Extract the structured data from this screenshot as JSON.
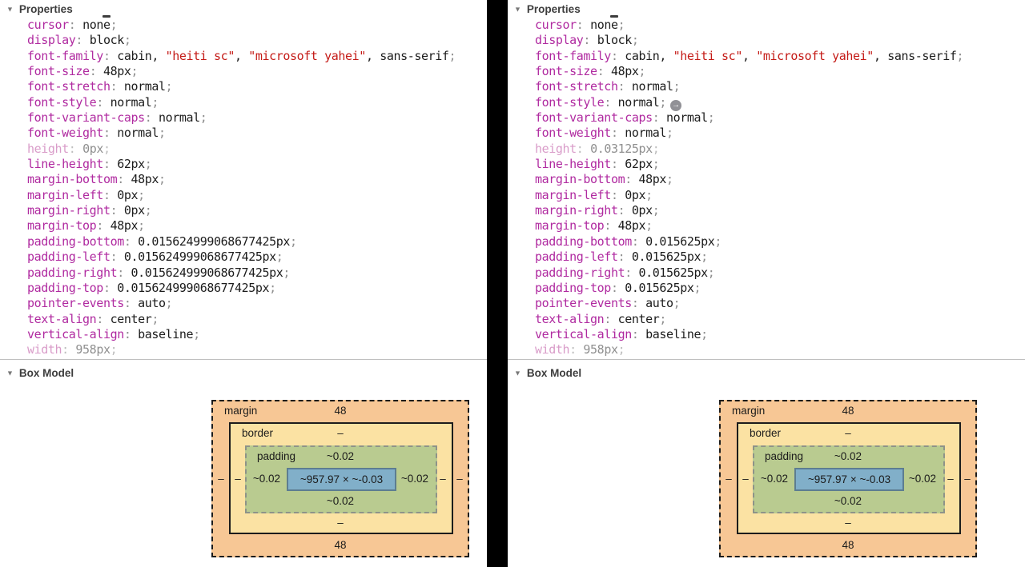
{
  "panels": [
    {
      "side": "left",
      "properties_section": {
        "title": "Properties"
      },
      "box_model_section": {
        "title": "Box Model"
      },
      "properties": [
        {
          "name": "cursor",
          "segments": [
            {
              "t": "none",
              "k": "v"
            }
          ]
        },
        {
          "name": "display",
          "segments": [
            {
              "t": "block",
              "k": "v"
            }
          ]
        },
        {
          "name": "font-family",
          "segments": [
            {
              "t": "cabin, ",
              "k": "v"
            },
            {
              "t": "\"heiti sc\"",
              "k": "s"
            },
            {
              "t": ", ",
              "k": "v"
            },
            {
              "t": "\"microsoft yahei\"",
              "k": "s"
            },
            {
              "t": ", ",
              "k": "v"
            },
            {
              "t": "sans-serif",
              "k": "v"
            }
          ]
        },
        {
          "name": "font-size",
          "segments": [
            {
              "t": "48px",
              "k": "v"
            }
          ]
        },
        {
          "name": "font-stretch",
          "segments": [
            {
              "t": "normal",
              "k": "v"
            }
          ]
        },
        {
          "name": "font-style",
          "segments": [
            {
              "t": "normal",
              "k": "v"
            }
          ]
        },
        {
          "name": "font-variant-caps",
          "segments": [
            {
              "t": "normal",
              "k": "v"
            }
          ]
        },
        {
          "name": "font-weight",
          "segments": [
            {
              "t": "normal",
              "k": "v"
            }
          ]
        },
        {
          "name": "height",
          "segments": [
            {
              "t": "0px",
              "k": "v"
            }
          ],
          "dimmed": true
        },
        {
          "name": "line-height",
          "segments": [
            {
              "t": "62px",
              "k": "v"
            }
          ]
        },
        {
          "name": "margin-bottom",
          "segments": [
            {
              "t": "48px",
              "k": "v"
            }
          ]
        },
        {
          "name": "margin-left",
          "segments": [
            {
              "t": "0px",
              "k": "v"
            }
          ]
        },
        {
          "name": "margin-right",
          "segments": [
            {
              "t": "0px",
              "k": "v"
            }
          ]
        },
        {
          "name": "margin-top",
          "segments": [
            {
              "t": "48px",
              "k": "v"
            }
          ]
        },
        {
          "name": "padding-bottom",
          "segments": [
            {
              "t": "0.015624999068677425px",
              "k": "v"
            }
          ]
        },
        {
          "name": "padding-left",
          "segments": [
            {
              "t": "0.015624999068677425px",
              "k": "v"
            }
          ]
        },
        {
          "name": "padding-right",
          "segments": [
            {
              "t": "0.015624999068677425px",
              "k": "v"
            }
          ]
        },
        {
          "name": "padding-top",
          "segments": [
            {
              "t": "0.015624999068677425px",
              "k": "v"
            }
          ]
        },
        {
          "name": "pointer-events",
          "segments": [
            {
              "t": "auto",
              "k": "v"
            }
          ]
        },
        {
          "name": "text-align",
          "segments": [
            {
              "t": "center",
              "k": "v"
            }
          ]
        },
        {
          "name": "vertical-align",
          "segments": [
            {
              "t": "baseline",
              "k": "v"
            }
          ]
        },
        {
          "name": "width",
          "segments": [
            {
              "t": "958px",
              "k": "v"
            }
          ],
          "dimmed": true
        }
      ],
      "box_model": {
        "labels": {
          "margin": "margin",
          "border": "border",
          "padding": "padding"
        },
        "values": {
          "margin_top": "48",
          "margin_bottom": "48",
          "margin_left": "–",
          "margin_right": "–",
          "border_top": "–",
          "border_bottom": "–",
          "border_left": "–",
          "border_right": "–",
          "padding_top": "~0.02",
          "padding_bottom": "~0.02",
          "padding_left": "~0.02",
          "padding_right": "~0.02",
          "content": "~957.97 × ~-0.03"
        }
      }
    },
    {
      "side": "right",
      "properties_section": {
        "title": "Properties"
      },
      "box_model_section": {
        "title": "Box Model"
      },
      "properties": [
        {
          "name": "cursor",
          "segments": [
            {
              "t": "none",
              "k": "v"
            }
          ]
        },
        {
          "name": "display",
          "segments": [
            {
              "t": "block",
              "k": "v"
            }
          ]
        },
        {
          "name": "font-family",
          "segments": [
            {
              "t": "cabin, ",
              "k": "v"
            },
            {
              "t": "\"heiti sc\"",
              "k": "s"
            },
            {
              "t": ", ",
              "k": "v"
            },
            {
              "t": "\"microsoft yahei\"",
              "k": "s"
            },
            {
              "t": ", ",
              "k": "v"
            },
            {
              "t": "sans-serif",
              "k": "v"
            }
          ]
        },
        {
          "name": "font-size",
          "segments": [
            {
              "t": "48px",
              "k": "v"
            }
          ]
        },
        {
          "name": "font-stretch",
          "segments": [
            {
              "t": "normal",
              "k": "v"
            }
          ]
        },
        {
          "name": "font-style",
          "segments": [
            {
              "t": "normal",
              "k": "v"
            }
          ],
          "goto": true
        },
        {
          "name": "font-variant-caps",
          "segments": [
            {
              "t": "normal",
              "k": "v"
            }
          ]
        },
        {
          "name": "font-weight",
          "segments": [
            {
              "t": "normal",
              "k": "v"
            }
          ]
        },
        {
          "name": "height",
          "segments": [
            {
              "t": "0.03125px",
              "k": "v"
            }
          ],
          "dimmed": true
        },
        {
          "name": "line-height",
          "segments": [
            {
              "t": "62px",
              "k": "v"
            }
          ]
        },
        {
          "name": "margin-bottom",
          "segments": [
            {
              "t": "48px",
              "k": "v"
            }
          ]
        },
        {
          "name": "margin-left",
          "segments": [
            {
              "t": "0px",
              "k": "v"
            }
          ]
        },
        {
          "name": "margin-right",
          "segments": [
            {
              "t": "0px",
              "k": "v"
            }
          ]
        },
        {
          "name": "margin-top",
          "segments": [
            {
              "t": "48px",
              "k": "v"
            }
          ]
        },
        {
          "name": "padding-bottom",
          "segments": [
            {
              "t": "0.015625px",
              "k": "v"
            }
          ]
        },
        {
          "name": "padding-left",
          "segments": [
            {
              "t": "0.015625px",
              "k": "v"
            }
          ]
        },
        {
          "name": "padding-right",
          "segments": [
            {
              "t": "0.015625px",
              "k": "v"
            }
          ]
        },
        {
          "name": "padding-top",
          "segments": [
            {
              "t": "0.015625px",
              "k": "v"
            }
          ]
        },
        {
          "name": "pointer-events",
          "segments": [
            {
              "t": "auto",
              "k": "v"
            }
          ]
        },
        {
          "name": "text-align",
          "segments": [
            {
              "t": "center",
              "k": "v"
            }
          ]
        },
        {
          "name": "vertical-align",
          "segments": [
            {
              "t": "baseline",
              "k": "v"
            }
          ]
        },
        {
          "name": "width",
          "segments": [
            {
              "t": "958px",
              "k": "v"
            }
          ],
          "dimmed": true
        }
      ],
      "box_model": {
        "labels": {
          "margin": "margin",
          "border": "border",
          "padding": "padding"
        },
        "values": {
          "margin_top": "48",
          "margin_bottom": "48",
          "margin_left": "–",
          "margin_right": "–",
          "border_top": "–",
          "border_bottom": "–",
          "border_left": "–",
          "border_right": "–",
          "padding_top": "~0.02",
          "padding_bottom": "~0.02",
          "padding_left": "~0.02",
          "padding_right": "~0.02",
          "content": "~957.97 × ~-0.03"
        }
      }
    }
  ],
  "icons": {
    "disclosure": "▼",
    "goto_arrow": "→"
  },
  "colors": {
    "property_name": "#b02aa0",
    "string_value": "#c41a16",
    "punctuation": "#8e8e8e",
    "bm_margin": "#f7c795",
    "bm_border": "#fbe2a3",
    "bm_padding": "#b9cb90",
    "bm_content": "#81afc9"
  }
}
